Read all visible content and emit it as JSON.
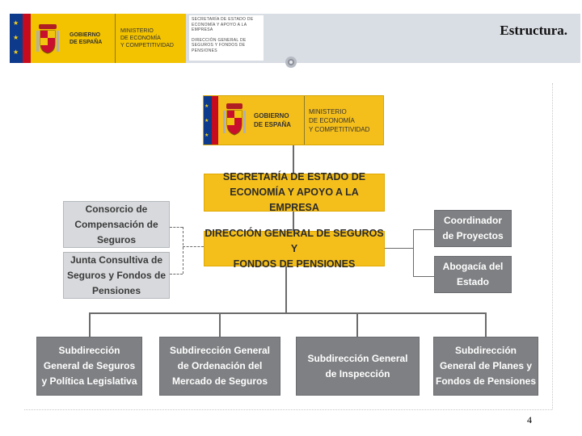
{
  "header": {
    "gov_logo": {
      "gov_text": [
        "GOBIERNO",
        "DE ESPAÑA"
      ],
      "ministry_text": [
        "MINISTERIO",
        "DE ECONOMÍA",
        "Y COMPETITIVIDAD"
      ]
    },
    "sub_unit_1": "SECRETARÍA DE ESTADO DE ECONOMÍA Y APOYO A LA EMPRESA",
    "sub_unit_2": "DIRECCIÓN GENERAL DE SEGUROS Y FONDOS DE PENSIONES",
    "title": "Estructura."
  },
  "org_chart": {
    "top_logo": {
      "gov_text": [
        "GOBIERNO",
        "DE ESPAÑA"
      ],
      "ministry_text": [
        "MINISTERIO",
        "DE ECONOMÍA",
        "Y COMPETITIVIDAD"
      ]
    },
    "secretariat": "SECRETARÍA DE ESTADO DE\nECONOMÍA Y APOYO A LA EMPRESA",
    "directorate": "DIRECCIÓN GENERAL DE SEGUROS Y\nFONDOS DE PENSIONES",
    "left_bodies": [
      "Consorcio de\nCompensación de\nSeguros",
      "Junta Consultiva de\nSeguros y Fondos de\nPensiones"
    ],
    "right_units": [
      "Coordinador\nde Proyectos",
      "Abogacía del\nEstado"
    ],
    "subdirectorates": [
      "Subdirección\nGeneral de Seguros\ny Política Legislativa",
      "Subdirección General\nde Ordenación del\nMercado de Seguros",
      "Subdirección General\nde  Inspección",
      "Subdirección\nGeneral de Planes y\nFondos de Pensiones"
    ],
    "colors": {
      "yellow": "#f5bf1b",
      "light_gray": "#d7d9dc",
      "dark_gray": "#7f8083",
      "connector": "#6b6b6b"
    }
  },
  "footer": {
    "page_number": "4"
  }
}
